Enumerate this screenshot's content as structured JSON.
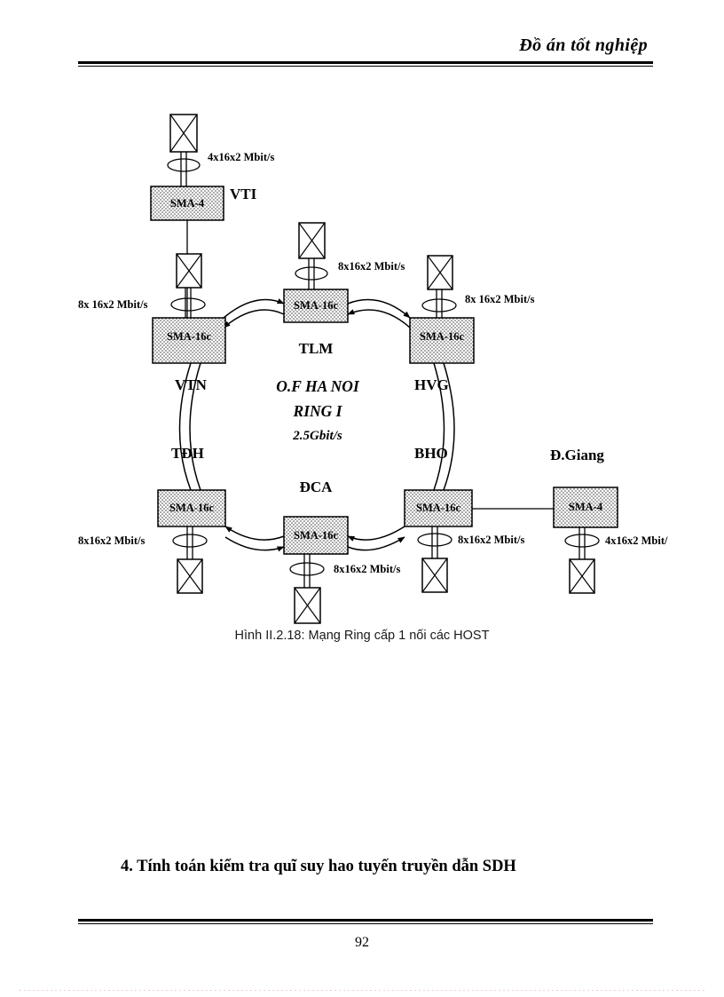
{
  "header": {
    "title": "Đồ án tốt nghiệp"
  },
  "figure": {
    "caption": "Hình II.2.18: Mạng Ring cấp 1 nối các HOST",
    "center_text": {
      "line1": "O.F HA NOI",
      "line2": "RING I",
      "line3": "2.5Gbit/s"
    },
    "nodes": [
      {
        "id": "vti",
        "equipment": "SMA-4",
        "site": "VTI",
        "tributary": "4x16x2 Mbit/s"
      },
      {
        "id": "vtn",
        "equipment": "SMA-16c",
        "site": "VTN",
        "tributary": "8x 16x2 Mbit/s"
      },
      {
        "id": "tlm",
        "equipment": "SMA-16c",
        "site": "TLM",
        "tributary": "8x16x2 Mbit/s"
      },
      {
        "id": "hvg",
        "equipment": "SMA-16c",
        "site": "HVG",
        "tributary": "8x 16x2 Mbit/s"
      },
      {
        "id": "bho",
        "equipment": "SMA-16c",
        "site": "BHO",
        "tributary": "8x16x2 Mbit/s"
      },
      {
        "id": "dca",
        "equipment": "SMA-16c",
        "site": "ĐCA",
        "tributary": "8x16x2 Mbit/s"
      },
      {
        "id": "tdh",
        "equipment": "SMA-16c",
        "site": "TĐH",
        "tributary": "8x16x2 Mbit/s"
      },
      {
        "id": "dgiang",
        "equipment": "SMA-4",
        "site": "Đ.Giang",
        "tributary": "4x16x2 Mbit/"
      }
    ]
  },
  "section_heading": "4. Tính toán kiểm tra quĩ suy hao tuyến truyền dẫn SDH",
  "footer": {
    "page_number": "92"
  }
}
